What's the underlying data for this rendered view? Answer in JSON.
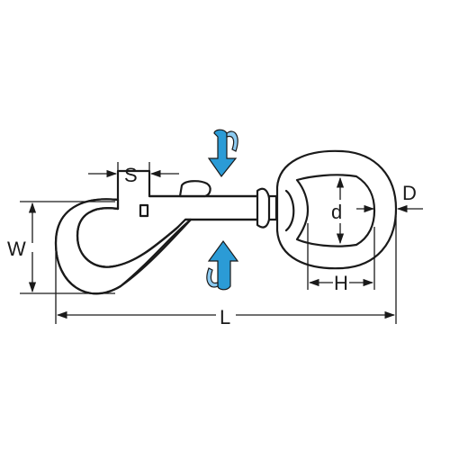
{
  "diagram": {
    "labels": {
      "S": "S",
      "W": "W",
      "L": "L",
      "H": "H",
      "d": "d",
      "D": "D"
    },
    "colors": {
      "line": "#1a1a1a",
      "rotation_arrow": "#2b9bd6",
      "rotation_arrow_light": "#8ccaf0"
    },
    "icons": [
      "rotation-arrow-down-icon",
      "rotation-arrow-up-icon"
    ]
  }
}
